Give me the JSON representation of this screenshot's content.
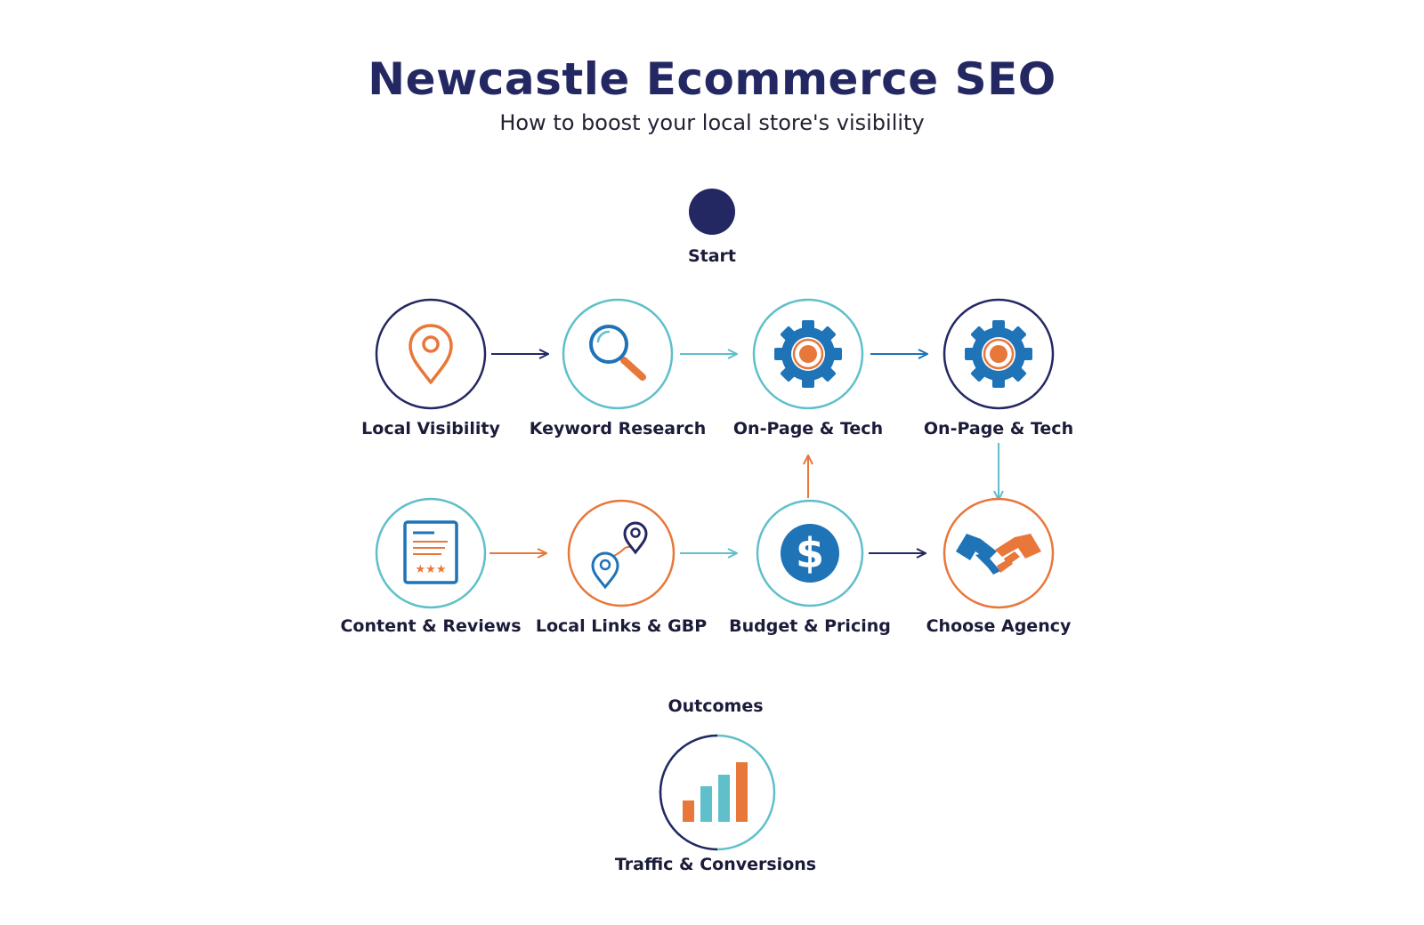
{
  "header": {
    "title": "Newcastle Ecommerce SEO",
    "subtitle": "How to boost your local store's visibility"
  },
  "start": {
    "label": "Start"
  },
  "steps": [
    {
      "label": "Local Visibility",
      "icon": "map-pin-icon"
    },
    {
      "label": "Keyword Research",
      "icon": "magnifier-icon"
    },
    {
      "label": "On-Page & Tech",
      "icon": "gear-icon"
    },
    {
      "label": "On-Page & Tech",
      "icon": "gear-icon"
    },
    {
      "label": "Content & Reviews",
      "icon": "review-document-icon"
    },
    {
      "label": "Local Links & GBP",
      "icon": "linked-pins-icon"
    },
    {
      "label": "Budget & Pricing",
      "icon": "dollar-icon"
    },
    {
      "label": "Choose Agency",
      "icon": "handshake-icon"
    }
  ],
  "outcomes": {
    "heading": "Outcomes",
    "label": "Traffic & Conversions",
    "icon": "bar-chart-icon"
  },
  "colors": {
    "navy": "#232862",
    "teal": "#5fbfca",
    "orange": "#e8773a",
    "blue": "#1f73b7"
  }
}
